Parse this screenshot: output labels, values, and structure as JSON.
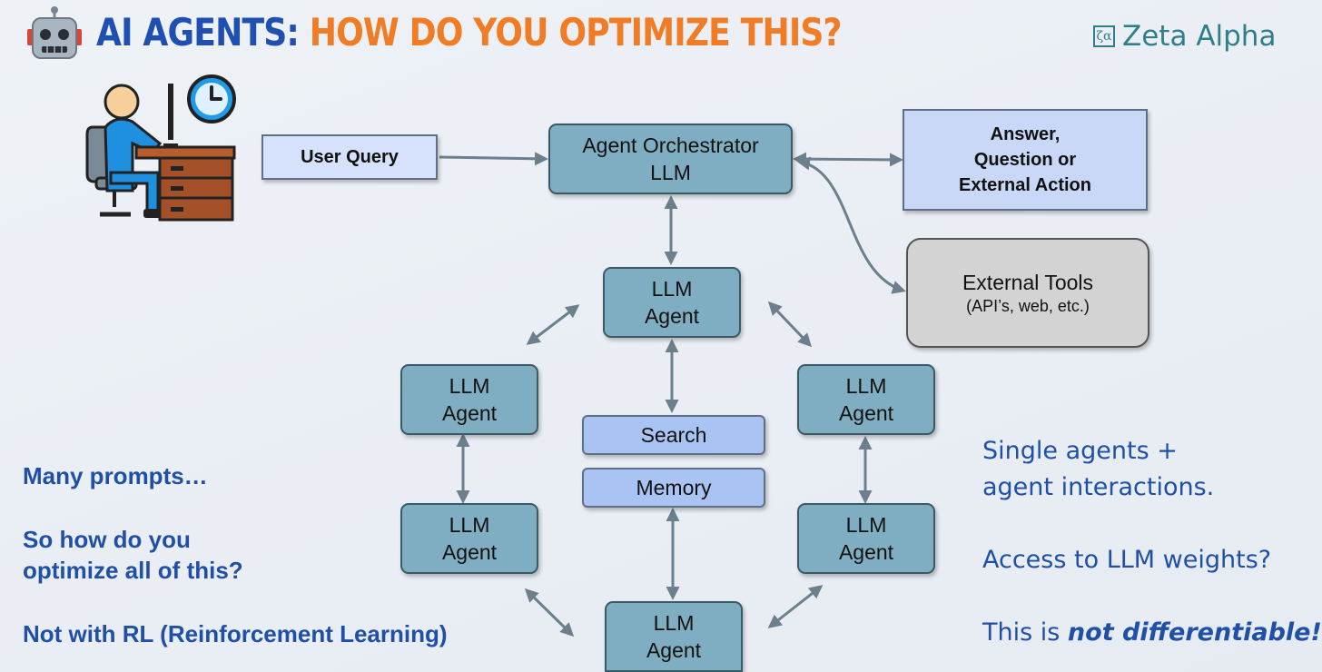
{
  "header": {
    "title_part1": "AI AGENTS:",
    "title_part2": "HOW DO YOU OPTIMIZE THIS?",
    "brand": "Zeta Alpha",
    "icons": [
      "robot-icon",
      "zeta-alpha-logo-icon",
      "user-at-desk-icon",
      "clock-icon"
    ]
  },
  "nodes": {
    "user_query": "User Query",
    "orchestrator": "Agent Orchestrator\nLLM",
    "answer": "Answer,\nQuestion or\nExternal Action",
    "tools_main": "External Tools",
    "tools_sub": "(API’s, web, etc.)",
    "agent_label": "LLM\nAgent",
    "search": "Search",
    "memory": "Memory"
  },
  "left_text": {
    "line1": "Many prompts…",
    "line2": "So how do you\noptimize all of this?",
    "line3": "Not with RL (Reinforcement Learning)"
  },
  "right_text": {
    "line1": "Single agents +\nagent interactions.",
    "line2": "Access to LLM weights?",
    "line3_prefix": "This is ",
    "line3_emph": "not differentiable!"
  },
  "colors": {
    "title_blue": "#1f4fb0",
    "title_orange": "#f07d25",
    "agent_fill": "#7faec2",
    "arrow": "#6b7f8c",
    "text_blue": "#1f4fa6"
  }
}
